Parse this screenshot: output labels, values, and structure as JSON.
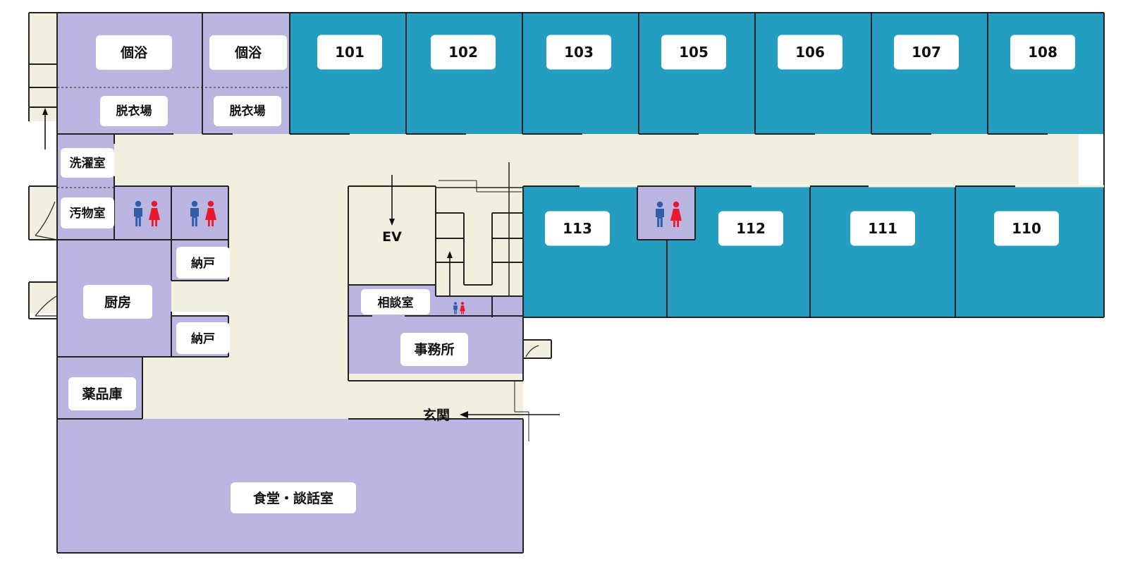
{
  "colors": {
    "corridor": "#F3EFDF",
    "common_room": "#BBB5E2",
    "resident_room": "#239EC0",
    "wall": "#222222",
    "label_box": "#FFFFFF",
    "male_icon": "#2E5FA8",
    "female_icon": "#E8192C"
  },
  "labels": {
    "bath_1": "個浴",
    "bath_2": "個浴",
    "changing_1": "脱衣場",
    "changing_2": "脱衣場",
    "laundry": "洗濯室",
    "soiled_utility": "汚物室",
    "storage_1": "納戸",
    "storage_2": "納戸",
    "kitchen": "厨房",
    "pharmacy": "薬品庫",
    "dining": "食堂・談話室",
    "ev": "EV",
    "consultation": "相談室",
    "office": "事務所",
    "entrance": "玄関"
  },
  "rooms_top": [
    "101",
    "102",
    "103",
    "105",
    "106",
    "107",
    "108"
  ],
  "rooms_bottom": [
    "113",
    "112",
    "111",
    "110"
  ],
  "icons": [
    "male-toilet-icon",
    "female-toilet-icon",
    "arrow-icon"
  ]
}
